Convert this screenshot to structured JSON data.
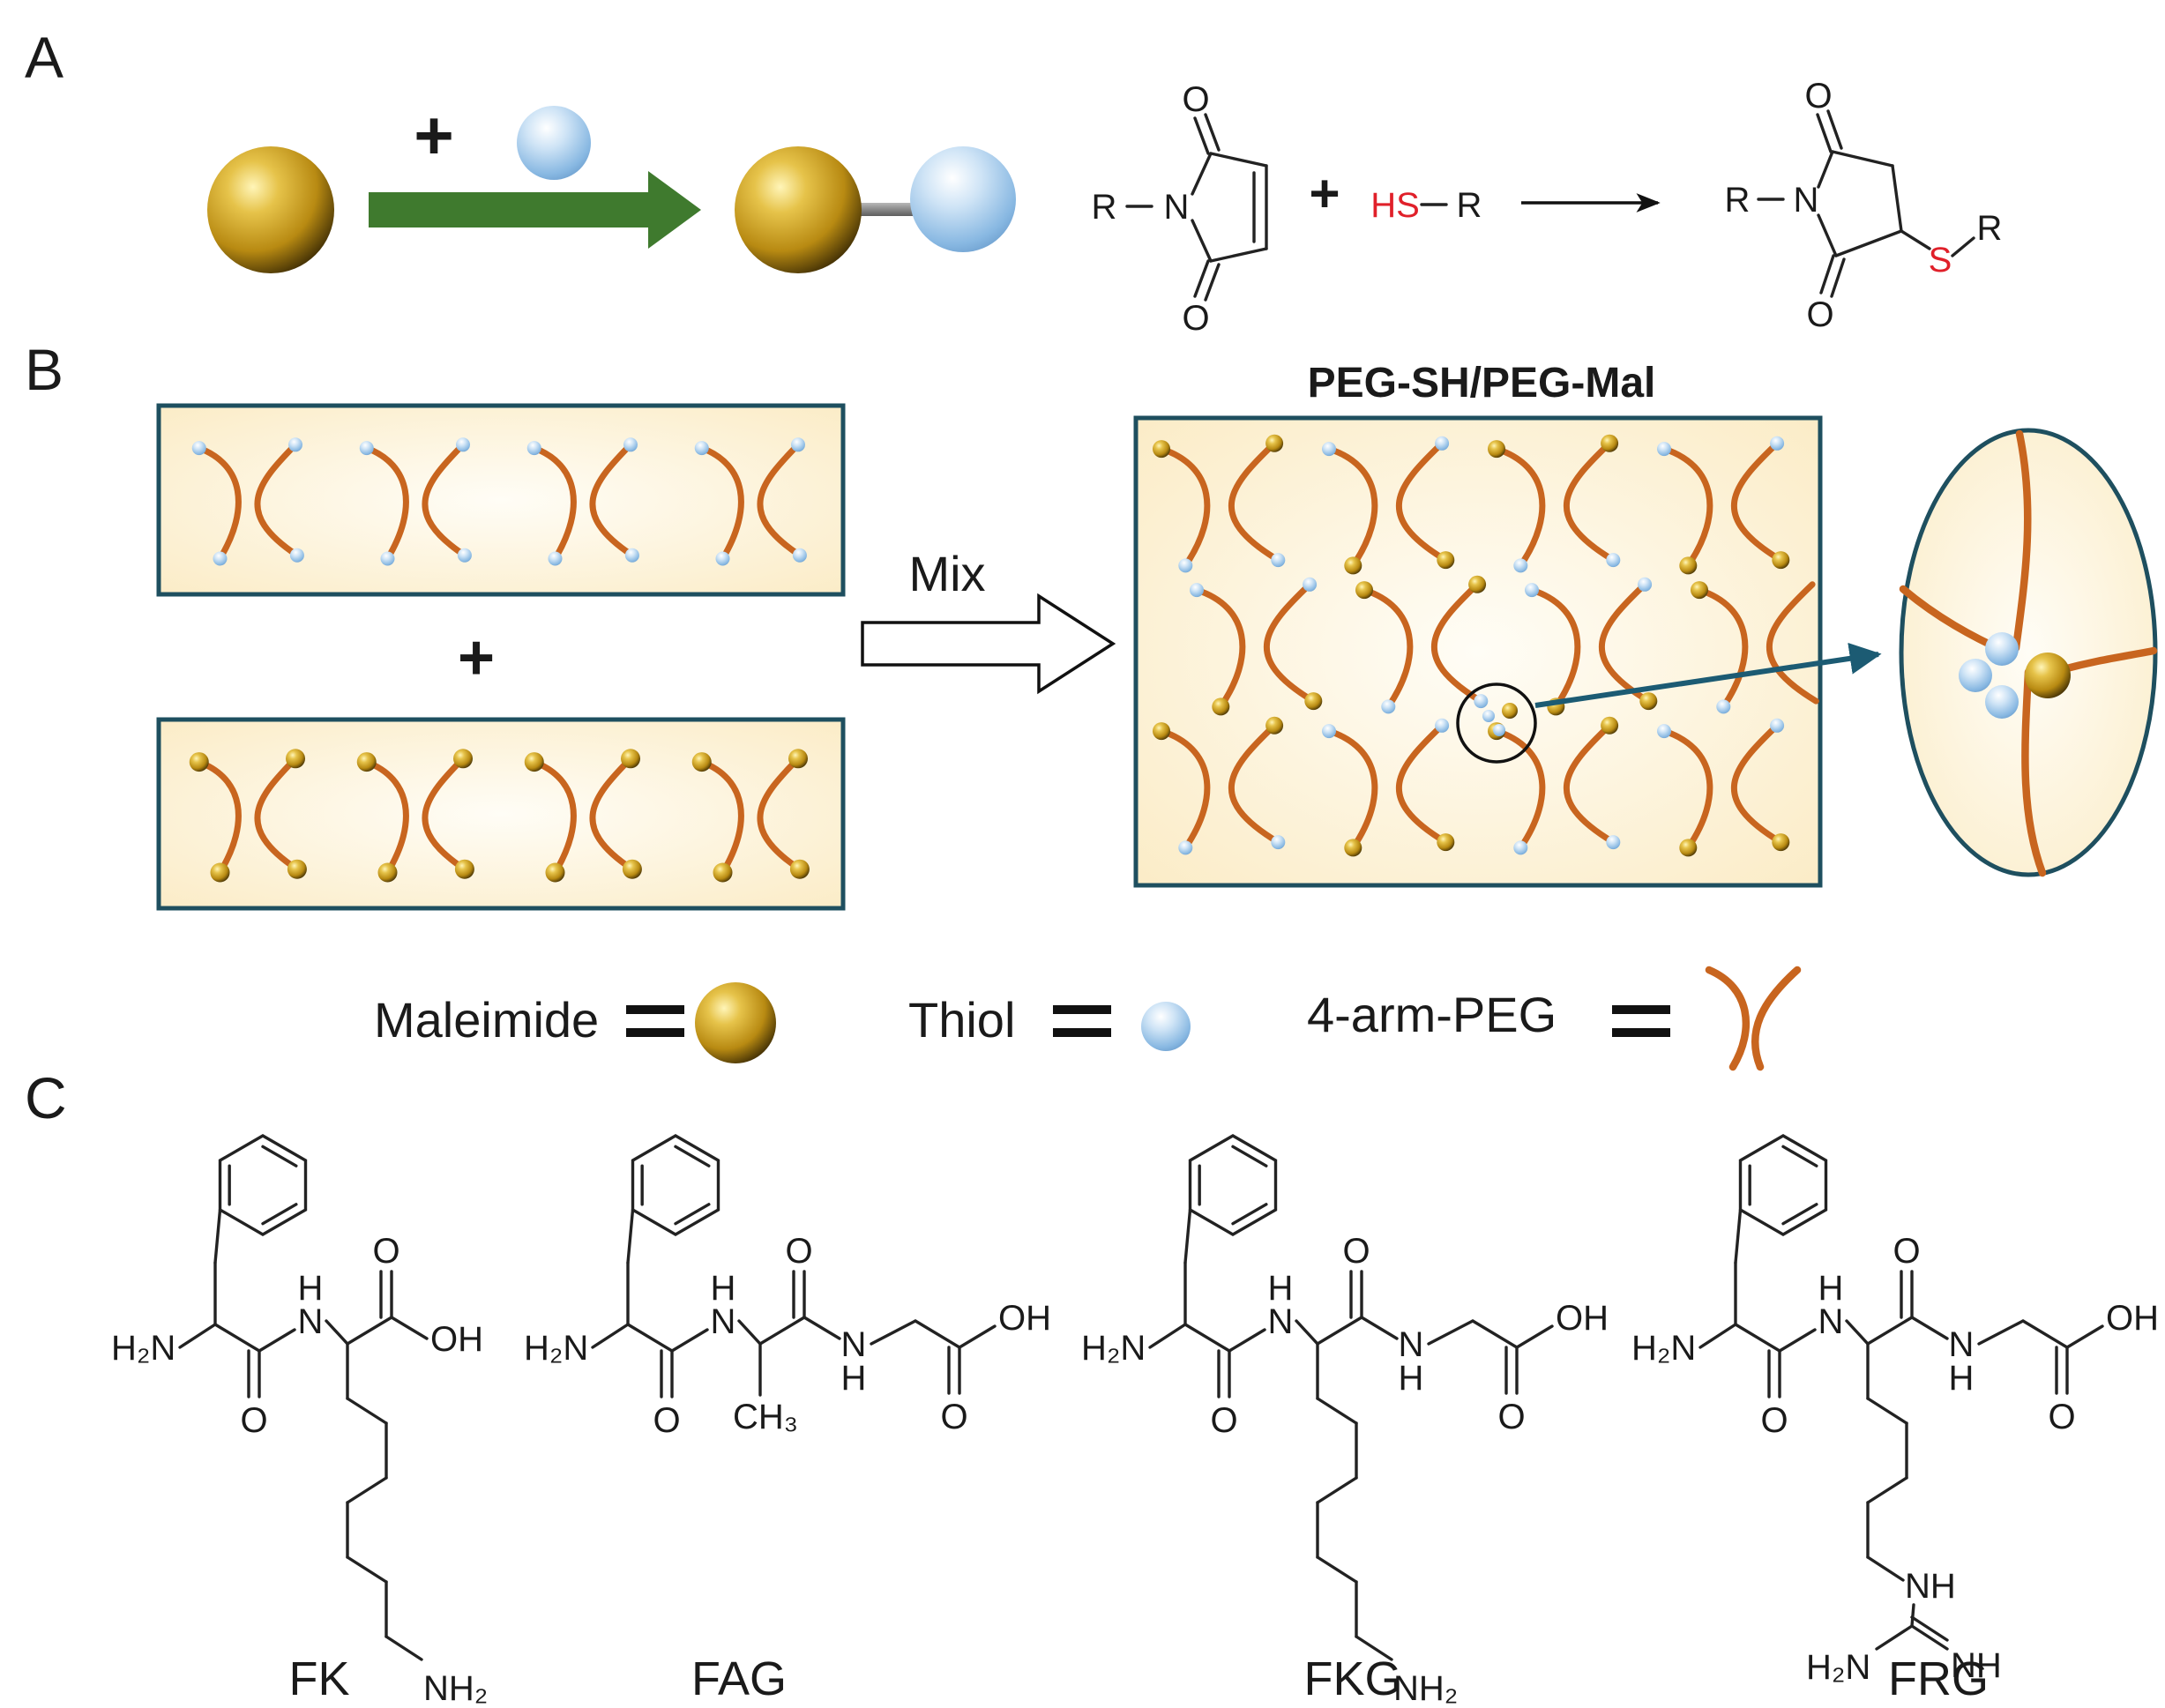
{
  "panels": {
    "a": "A",
    "b": "B",
    "c": "C"
  },
  "scheme_a": {
    "plus": "+",
    "chem": {
      "R": "R",
      "N": "N",
      "O": "O",
      "HS": "HS",
      "S": "S",
      "dash": "−",
      "plus": "+"
    }
  },
  "scheme_b": {
    "mix_label": "Mix",
    "plus": "+",
    "network_title": "PEG-SH/PEG-Mal"
  },
  "legend": {
    "maleimide": "Maleimide",
    "thiol": "Thiol",
    "peg": "4-arm-PEG",
    "equals": "="
  },
  "peptides": [
    {
      "name": "FK"
    },
    {
      "name": "FAG"
    },
    {
      "name": "FKG"
    },
    {
      "name": "FRG"
    }
  ],
  "atoms": {
    "H2N": "H₂N",
    "N": "N",
    "H": "H",
    "O": "O",
    "OH": "OH",
    "CH3": "CH₃",
    "NH2": "NH₂",
    "NH": "NH"
  },
  "colors": {
    "maleimide": "#c9a21c",
    "thiol": "#8fbfe6",
    "peg": "#c8651f",
    "box_border": "#1e4f5f",
    "box_fill": "#fdf0d2",
    "arrow_green": "#3f7a2e",
    "sulfur_red": "#e0202a",
    "zoom_arrow": "#1c5b73"
  }
}
